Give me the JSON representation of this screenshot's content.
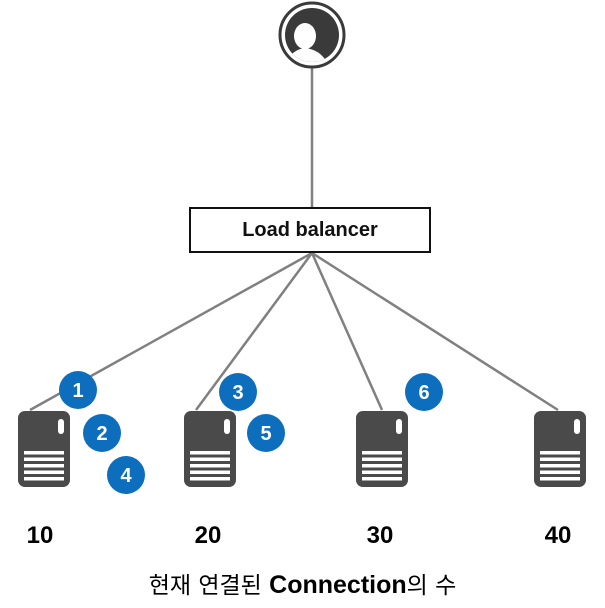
{
  "load_balancer": {
    "label": "Load balancer"
  },
  "servers": [
    {
      "connections": "10"
    },
    {
      "connections": "20"
    },
    {
      "connections": "30"
    },
    {
      "connections": "40"
    }
  ],
  "requests": [
    {
      "label": "1",
      "server": 0
    },
    {
      "label": "2",
      "server": 0
    },
    {
      "label": "3",
      "server": 1
    },
    {
      "label": "4",
      "server": 0
    },
    {
      "label": "5",
      "server": 1
    },
    {
      "label": "6",
      "server": 2
    }
  ],
  "caption": {
    "prefix": "현재 연결된 ",
    "emphasis": "Connection",
    "suffix": "의 수"
  },
  "colors": {
    "badge": "#0d6ebd",
    "server": "#4a4a4a",
    "line": "#808080",
    "user": "#3a3a3a"
  },
  "icons": {
    "user": "user-avatar-icon",
    "server": "server-icon"
  }
}
